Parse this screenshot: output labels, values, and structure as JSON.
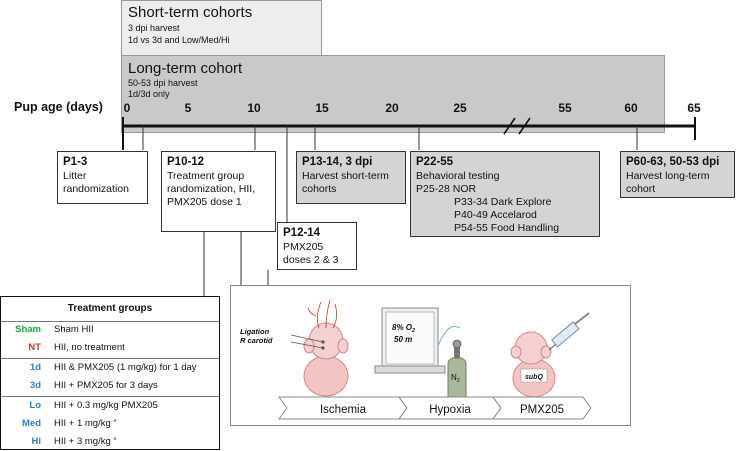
{
  "cohorts": {
    "short": {
      "title": "Short-term cohorts",
      "line1": "3 dpi harvest",
      "line2": "1d vs 3d and Low/Med/Hi"
    },
    "long": {
      "title": "Long-term cohort",
      "line1": "50-53 dpi harvest",
      "line2": "1d/3d only"
    }
  },
  "axis": {
    "title": "Pup age (days)",
    "ticks": [
      "0",
      "5",
      "10",
      "15",
      "20",
      "25",
      "55",
      "60",
      "65"
    ]
  },
  "events": {
    "p1": {
      "title": "P1-3",
      "lines": [
        "Litter",
        "randomization"
      ]
    },
    "p10": {
      "title": "P10-12",
      "lines": [
        "Treatment group",
        "randomization, HII,",
        "PMX205 dose 1"
      ]
    },
    "p12": {
      "title": "P12-14",
      "lines": [
        "PMX205",
        "doses 2 & 3"
      ]
    },
    "p13": {
      "title": "P13-14, 3 dpi",
      "lines": [
        "Harvest short-term",
        "cohorts"
      ]
    },
    "p22": {
      "title": "P22-55",
      "lines": [
        "Behavioral testing",
        "P25-28 NOR"
      ],
      "sub": [
        "P33-34 Dark Explore",
        "P40-49 Accelarod",
        "P54-55 Food Handling"
      ]
    },
    "p60": {
      "title": "P60-63, 50-53 dpi",
      "lines": [
        "Harvest long-term",
        "cohort"
      ]
    }
  },
  "treatment": {
    "title": "Treatment groups",
    "rows": [
      {
        "key": "Sham",
        "color": "#1aa34a",
        "text": "Sham HII"
      },
      {
        "key": "NT",
        "color": "#c0392b",
        "text": "HII, no treatment"
      },
      {
        "key": "1d",
        "color": "#2f7cc2",
        "text": "HII & PMX205 (1 mg/kg) for 1 day"
      },
      {
        "key": "3d",
        "color": "#2f7cc2",
        "text": "HII + PMX205 for 3 days"
      },
      {
        "key": "Lo",
        "color": "#2f7cc2",
        "text": "HII + 0.3 mg/kg PMX205"
      },
      {
        "key": "Med",
        "color": "#2f7cc2",
        "text": "HII + 1 mg/kg “"
      },
      {
        "key": "Hi",
        "color": "#2f7cc2",
        "text": "HII + 3 mg/kg “"
      }
    ]
  },
  "illustration": {
    "ligation": "Ligation",
    "carotid": "R carotid",
    "o2": "8% O",
    "o2_sub": "2",
    "duration": "50 m",
    "n2": "N",
    "n2_sub": "2",
    "subq": "subQ",
    "steps": [
      "Ischemia",
      "Hypoxia",
      "PMX205"
    ]
  }
}
